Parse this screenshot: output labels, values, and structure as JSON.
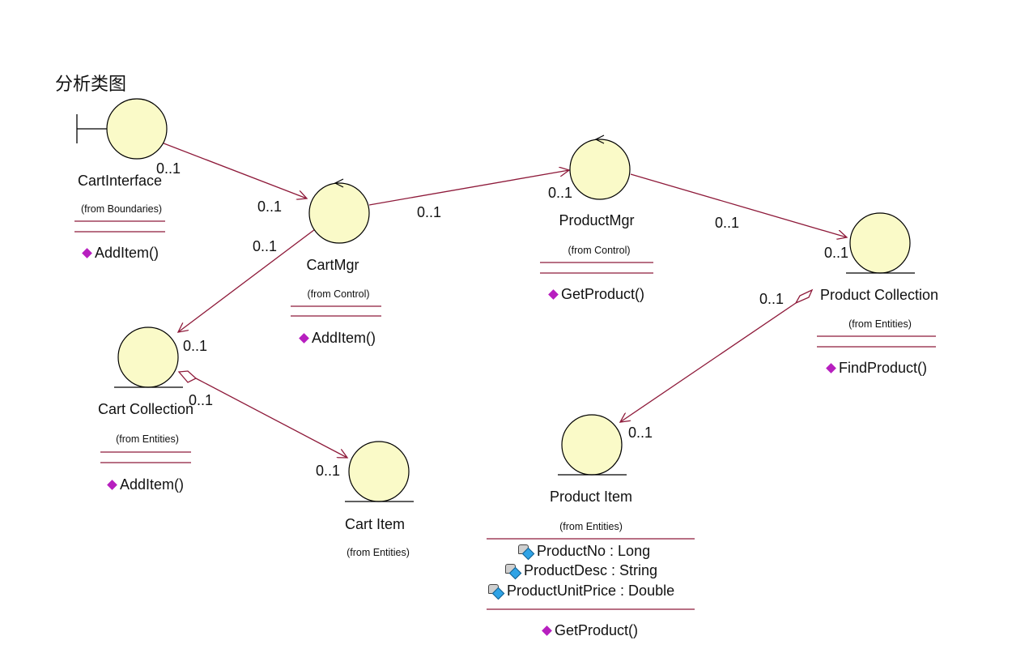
{
  "title": "分析类图",
  "colors": {
    "association": "#8e1a3a",
    "object_fill": "#fafac8",
    "divider": "#8e1a3a",
    "operation_icon": "#b71fbf"
  },
  "classes": {
    "cart_interface": {
      "name": "CartInterface",
      "package": "(from Boundaries)",
      "operations": [
        "AddItem()"
      ]
    },
    "cart_mgr": {
      "name": "CartMgr",
      "package": "(from Control)",
      "operations": [
        "AddItem()"
      ]
    },
    "product_mgr": {
      "name": "ProductMgr",
      "package": "(from Control)",
      "operations": [
        "GetProduct()"
      ]
    },
    "product_collection": {
      "name": "Product Collection",
      "package": "(from Entities)",
      "operations": [
        "FindProduct()"
      ]
    },
    "cart_collection": {
      "name": "Cart Collection",
      "package": "(from Entities)",
      "operations": [
        "AddItem()"
      ]
    },
    "cart_item": {
      "name": "Cart Item",
      "package": "(from Entities)"
    },
    "product_item": {
      "name": "Product Item",
      "package": "(from Entities)",
      "attributes": [
        "ProductNo : Long",
        "ProductDesc : String",
        "ProductUnitPrice : Double"
      ],
      "operations": [
        "GetProduct()"
      ]
    }
  },
  "multiplicities": [
    "0..1",
    "0..1",
    "0..1",
    "0..1",
    "0..1",
    "0..1",
    "0..1",
    "0..1",
    "0..1",
    "0..1",
    "0..1",
    "0..1"
  ]
}
